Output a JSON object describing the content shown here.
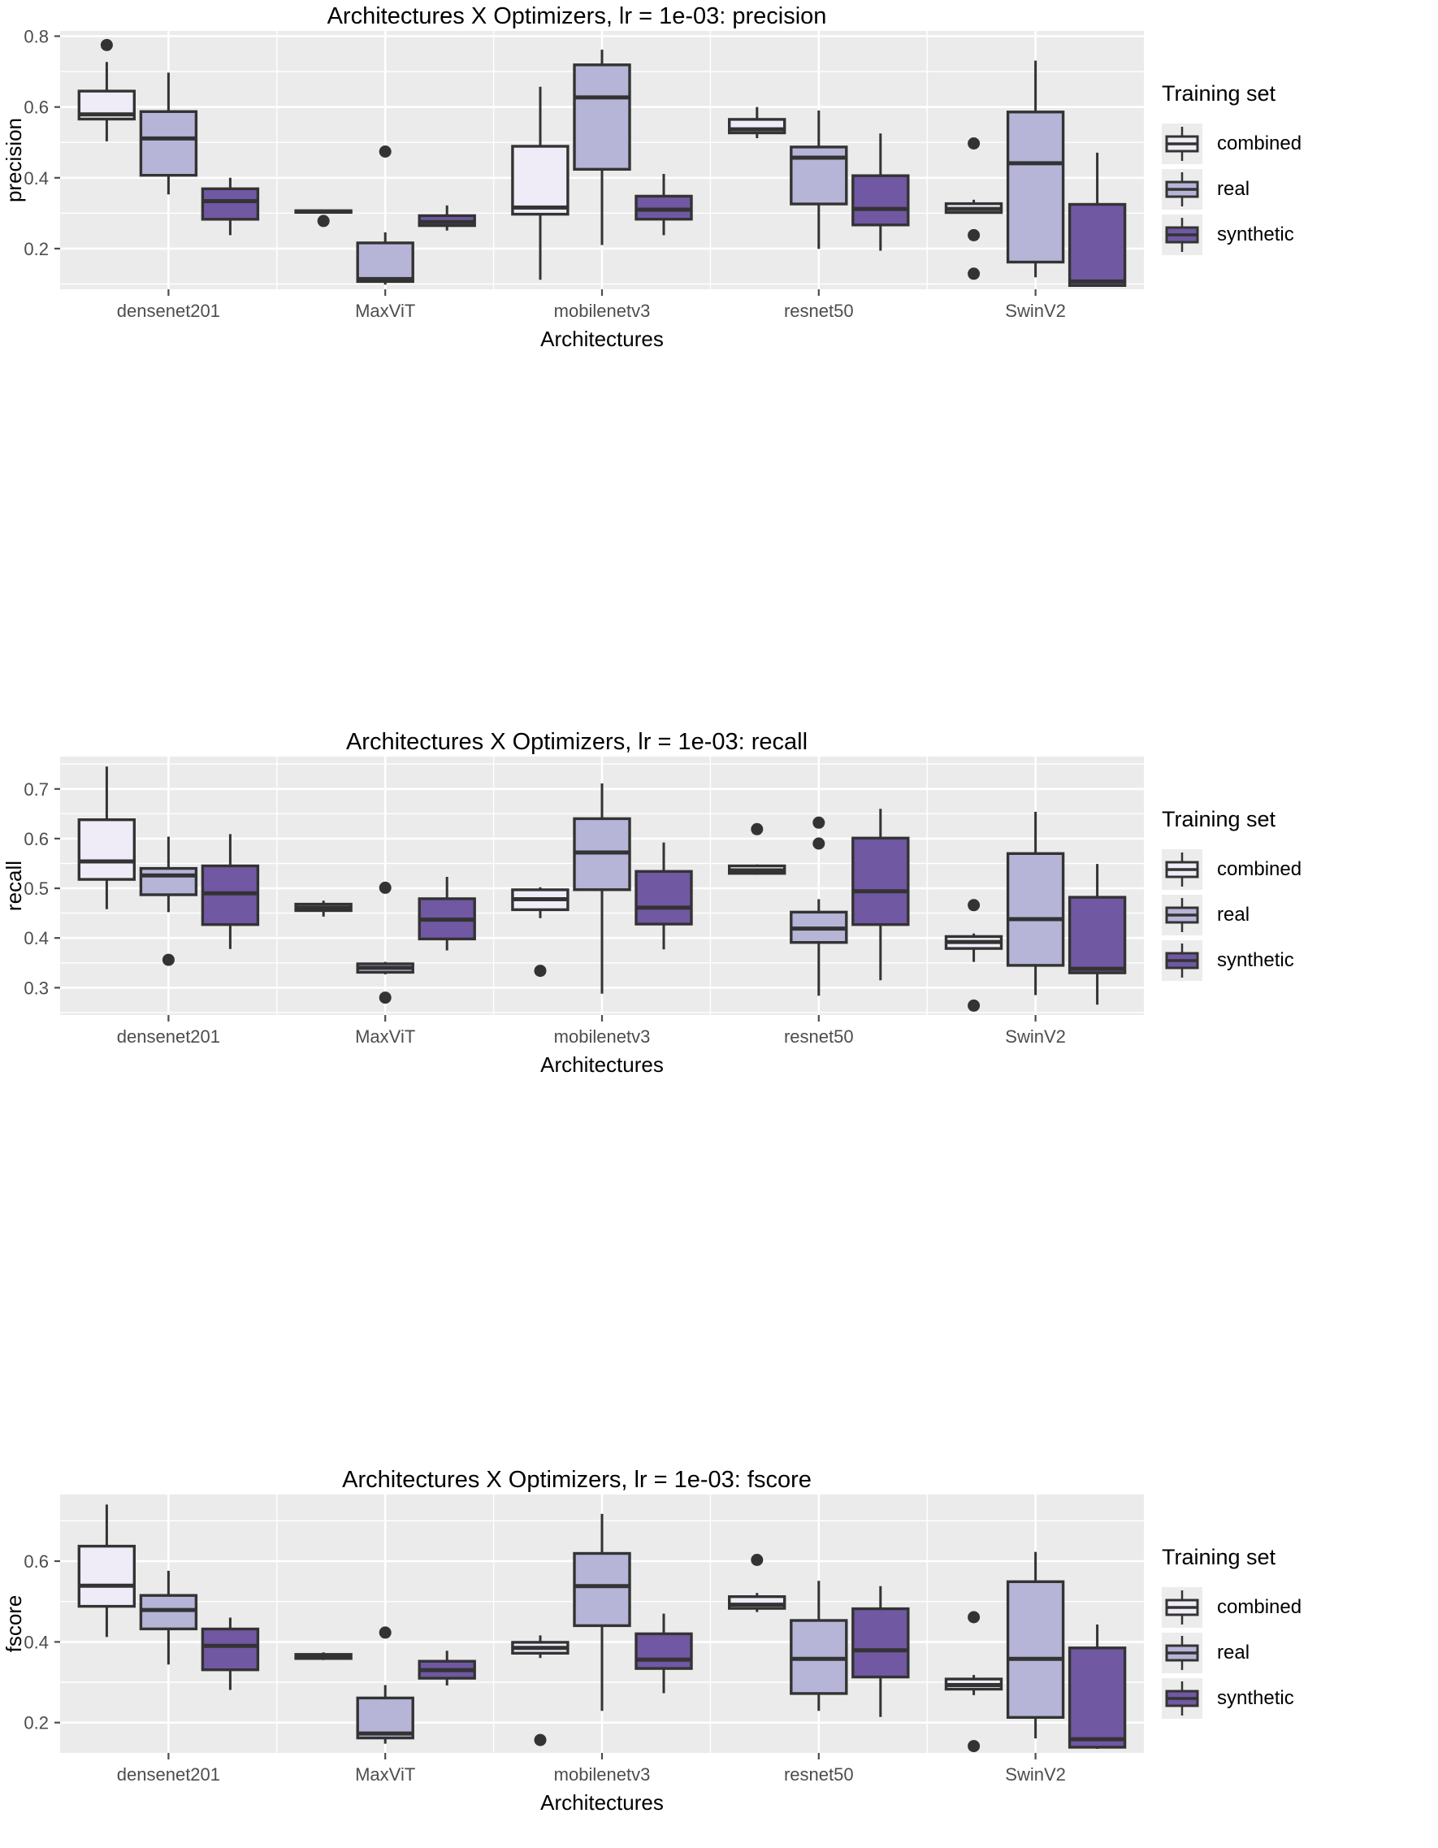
{
  "figure": {
    "background": "#ffffff",
    "panel_background": "#ebebeb",
    "grid_color": "#ffffff",
    "tick_color": "#4d4d4d",
    "box_border": "#333333"
  },
  "legend": {
    "title": "Training set",
    "items": [
      {
        "label": "combined",
        "color": "#efecf7"
      },
      {
        "label": "real",
        "color": "#b6b5d8"
      },
      {
        "label": "synthetic",
        "color": "#7058a3"
      }
    ]
  },
  "axes": {
    "xlabel": "Architectures",
    "categories": [
      "densenet201",
      "MaxViT",
      "mobilenetv3",
      "resnet50",
      "SwinV2"
    ]
  },
  "chart_data": [
    {
      "type": "box",
      "title": "Architectures X Optimizers, lr = 1e-03: precision",
      "ylabel": "precision",
      "xlabel": "Architectures",
      "categories": [
        "densenet201",
        "MaxViT",
        "mobilenetv3",
        "resnet50",
        "SwinV2"
      ],
      "ylim": [
        0.085,
        0.815
      ],
      "yticks": [
        0.2,
        0.4,
        0.6,
        0.8
      ],
      "ytick_labels": [
        "0.2",
        "0.4",
        "0.6",
        "0.8"
      ],
      "grid": true,
      "legend_position": "right",
      "series": [
        {
          "name": "combined",
          "color": "#efecf7",
          "boxes": [
            {
              "category": "densenet201",
              "lower_whisker": 0.503,
              "q1": 0.566,
              "median": 0.579,
              "q3": 0.645,
              "upper_whisker": 0.727,
              "outliers": [
                0.775
              ]
            },
            {
              "category": "MaxViT",
              "lower_whisker": 0.304,
              "q1": 0.303,
              "median": 0.305,
              "q3": 0.307,
              "upper_whisker": 0.308,
              "outliers": [
                0.278
              ]
            },
            {
              "category": "mobilenetv3",
              "lower_whisker": 0.112,
              "q1": 0.297,
              "median": 0.316,
              "q3": 0.489,
              "upper_whisker": 0.657,
              "outliers": []
            },
            {
              "category": "resnet50",
              "lower_whisker": 0.512,
              "q1": 0.527,
              "median": 0.537,
              "q3": 0.565,
              "upper_whisker": 0.6,
              "outliers": []
            },
            {
              "category": "SwinV2",
              "lower_whisker": 0.305,
              "q1": 0.302,
              "median": 0.312,
              "q3": 0.327,
              "upper_whisker": 0.338,
              "outliers": [
                0.497,
                0.238,
                0.129
              ]
            }
          ]
        },
        {
          "name": "real",
          "color": "#b6b5d8",
          "boxes": [
            {
              "category": "densenet201",
              "lower_whisker": 0.353,
              "q1": 0.407,
              "median": 0.511,
              "q3": 0.587,
              "upper_whisker": 0.697,
              "outliers": []
            },
            {
              "category": "MaxViT",
              "lower_whisker": 0.098,
              "q1": 0.107,
              "median": 0.114,
              "q3": 0.216,
              "upper_whisker": 0.246,
              "outliers": [
                0.474
              ]
            },
            {
              "category": "mobilenetv3",
              "lower_whisker": 0.21,
              "q1": 0.424,
              "median": 0.627,
              "q3": 0.719,
              "upper_whisker": 0.762,
              "outliers": []
            },
            {
              "category": "resnet50",
              "lower_whisker": 0.199,
              "q1": 0.326,
              "median": 0.457,
              "q3": 0.487,
              "upper_whisker": 0.59,
              "outliers": []
            },
            {
              "category": "SwinV2",
              "lower_whisker": 0.119,
              "q1": 0.162,
              "median": 0.441,
              "q3": 0.586,
              "upper_whisker": 0.731,
              "outliers": []
            }
          ]
        },
        {
          "name": "synthetic",
          "color": "#7058a3",
          "boxes": [
            {
              "category": "densenet201",
              "lower_whisker": 0.238,
              "q1": 0.283,
              "median": 0.334,
              "q3": 0.369,
              "upper_whisker": 0.4,
              "outliers": []
            },
            {
              "category": "MaxViT",
              "lower_whisker": 0.251,
              "q1": 0.265,
              "median": 0.275,
              "q3": 0.293,
              "upper_whisker": 0.322,
              "outliers": []
            },
            {
              "category": "mobilenetv3",
              "lower_whisker": 0.238,
              "q1": 0.283,
              "median": 0.31,
              "q3": 0.348,
              "upper_whisker": 0.411,
              "outliers": []
            },
            {
              "category": "resnet50",
              "lower_whisker": 0.194,
              "q1": 0.267,
              "median": 0.312,
              "q3": 0.406,
              "upper_whisker": 0.525,
              "outliers": []
            },
            {
              "category": "SwinV2",
              "lower_whisker": 0.095,
              "q1": 0.096,
              "median": 0.107,
              "q3": 0.325,
              "upper_whisker": 0.471,
              "outliers": []
            }
          ]
        }
      ]
    },
    {
      "type": "box",
      "title": "Architectures X Optimizers, lr = 1e-03: recall",
      "ylabel": "recall",
      "xlabel": "Architectures",
      "categories": [
        "densenet201",
        "MaxViT",
        "mobilenetv3",
        "resnet50",
        "SwinV2"
      ],
      "ylim": [
        0.245,
        0.765
      ],
      "yticks": [
        0.3,
        0.4,
        0.5,
        0.6,
        0.7
      ],
      "ytick_labels": [
        "0.3",
        "0.4",
        "0.5",
        "0.6",
        "0.7"
      ],
      "grid": true,
      "legend_position": "right",
      "series": [
        {
          "name": "combined",
          "color": "#efecf7",
          "boxes": [
            {
              "category": "densenet201",
              "lower_whisker": 0.458,
              "q1": 0.518,
              "median": 0.554,
              "q3": 0.638,
              "upper_whisker": 0.745,
              "outliers": []
            },
            {
              "category": "MaxViT",
              "lower_whisker": 0.443,
              "q1": 0.455,
              "median": 0.461,
              "q3": 0.468,
              "upper_whisker": 0.475,
              "outliers": []
            },
            {
              "category": "mobilenetv3",
              "lower_whisker": 0.44,
              "q1": 0.457,
              "median": 0.478,
              "q3": 0.497,
              "upper_whisker": 0.502,
              "outliers": [
                0.334
              ]
            },
            {
              "category": "resnet50",
              "lower_whisker": 0.527,
              "q1": 0.53,
              "median": 0.536,
              "q3": 0.545,
              "upper_whisker": 0.548,
              "outliers": [
                0.619
              ]
            },
            {
              "category": "SwinV2",
              "lower_whisker": 0.352,
              "q1": 0.379,
              "median": 0.392,
              "q3": 0.403,
              "upper_whisker": 0.409,
              "outliers": [
                0.466,
                0.264
              ]
            }
          ]
        },
        {
          "name": "real",
          "color": "#b6b5d8",
          "boxes": [
            {
              "category": "densenet201",
              "lower_whisker": 0.452,
              "q1": 0.487,
              "median": 0.526,
              "q3": 0.54,
              "upper_whisker": 0.604,
              "outliers": [
                0.356
              ]
            },
            {
              "category": "MaxViT",
              "lower_whisker": 0.327,
              "q1": 0.331,
              "median": 0.34,
              "q3": 0.348,
              "upper_whisker": 0.352,
              "outliers": [
                0.501,
                0.28
              ]
            },
            {
              "category": "mobilenetv3",
              "lower_whisker": 0.288,
              "q1": 0.497,
              "median": 0.572,
              "q3": 0.64,
              "upper_whisker": 0.711,
              "outliers": []
            },
            {
              "category": "resnet50",
              "lower_whisker": 0.284,
              "q1": 0.391,
              "median": 0.419,
              "q3": 0.452,
              "upper_whisker": 0.478,
              "outliers": [
                0.632,
                0.59
              ]
            },
            {
              "category": "SwinV2",
              "lower_whisker": 0.285,
              "q1": 0.345,
              "median": 0.438,
              "q3": 0.57,
              "upper_whisker": 0.654,
              "outliers": []
            }
          ]
        },
        {
          "name": "synthetic",
          "color": "#7058a3",
          "boxes": [
            {
              "category": "densenet201",
              "lower_whisker": 0.378,
              "q1": 0.427,
              "median": 0.49,
              "q3": 0.545,
              "upper_whisker": 0.609,
              "outliers": []
            },
            {
              "category": "MaxViT",
              "lower_whisker": 0.375,
              "q1": 0.398,
              "median": 0.437,
              "q3": 0.479,
              "upper_whisker": 0.523,
              "outliers": []
            },
            {
              "category": "mobilenetv3",
              "lower_whisker": 0.377,
              "q1": 0.428,
              "median": 0.461,
              "q3": 0.534,
              "upper_whisker": 0.592,
              "outliers": []
            },
            {
              "category": "resnet50",
              "lower_whisker": 0.315,
              "q1": 0.427,
              "median": 0.494,
              "q3": 0.601,
              "upper_whisker": 0.66,
              "outliers": []
            },
            {
              "category": "SwinV2",
              "lower_whisker": 0.266,
              "q1": 0.33,
              "median": 0.338,
              "q3": 0.482,
              "upper_whisker": 0.549,
              "outliers": []
            }
          ]
        }
      ]
    },
    {
      "type": "box",
      "title": "Architectures X Optimizers, lr = 1e-03: fscore",
      "ylabel": "fscore",
      "xlabel": "Architectures",
      "categories": [
        "densenet201",
        "MaxViT",
        "mobilenetv3",
        "resnet50",
        "SwinV2"
      ],
      "ylim": [
        0.125,
        0.765
      ],
      "yticks": [
        0.2,
        0.4,
        0.6
      ],
      "ytick_labels": [
        "0.2",
        "0.4",
        "0.6"
      ],
      "grid": true,
      "legend_position": "right",
      "series": [
        {
          "name": "combined",
          "color": "#efecf7",
          "boxes": [
            {
              "category": "densenet201",
              "lower_whisker": 0.412,
              "q1": 0.488,
              "median": 0.539,
              "q3": 0.637,
              "upper_whisker": 0.74,
              "outliers": []
            },
            {
              "category": "MaxViT",
              "lower_whisker": 0.355,
              "q1": 0.359,
              "median": 0.364,
              "q3": 0.369,
              "upper_whisker": 0.374,
              "outliers": []
            },
            {
              "category": "mobilenetv3",
              "lower_whisker": 0.36,
              "q1": 0.372,
              "median": 0.385,
              "q3": 0.399,
              "upper_whisker": 0.416,
              "outliers": [
                0.157
              ]
            },
            {
              "category": "resnet50",
              "lower_whisker": 0.474,
              "q1": 0.483,
              "median": 0.492,
              "q3": 0.512,
              "upper_whisker": 0.521,
              "outliers": [
                0.603
              ]
            },
            {
              "category": "SwinV2",
              "lower_whisker": 0.268,
              "q1": 0.283,
              "median": 0.293,
              "q3": 0.308,
              "upper_whisker": 0.318,
              "outliers": [
                0.461,
                0.142
              ]
            }
          ]
        },
        {
          "name": "real",
          "color": "#b6b5d8",
          "boxes": [
            {
              "category": "densenet201",
              "lower_whisker": 0.344,
              "q1": 0.432,
              "median": 0.479,
              "q3": 0.515,
              "upper_whisker": 0.576,
              "outliers": []
            },
            {
              "category": "MaxViT",
              "lower_whisker": 0.148,
              "q1": 0.162,
              "median": 0.173,
              "q3": 0.261,
              "upper_whisker": 0.293,
              "outliers": [
                0.423
              ]
            },
            {
              "category": "mobilenetv3",
              "lower_whisker": 0.229,
              "q1": 0.44,
              "median": 0.538,
              "q3": 0.619,
              "upper_whisker": 0.717,
              "outliers": []
            },
            {
              "category": "resnet50",
              "lower_whisker": 0.229,
              "q1": 0.272,
              "median": 0.358,
              "q3": 0.453,
              "upper_whisker": 0.551,
              "outliers": []
            },
            {
              "category": "SwinV2",
              "lower_whisker": 0.161,
              "q1": 0.213,
              "median": 0.358,
              "q3": 0.549,
              "upper_whisker": 0.623,
              "outliers": []
            }
          ]
        },
        {
          "name": "synthetic",
          "color": "#7058a3",
          "boxes": [
            {
              "category": "densenet201",
              "lower_whisker": 0.281,
              "q1": 0.331,
              "median": 0.39,
              "q3": 0.432,
              "upper_whisker": 0.46,
              "outliers": []
            },
            {
              "category": "MaxViT",
              "lower_whisker": 0.292,
              "q1": 0.31,
              "median": 0.33,
              "q3": 0.352,
              "upper_whisker": 0.378,
              "outliers": []
            },
            {
              "category": "mobilenetv3",
              "lower_whisker": 0.273,
              "q1": 0.334,
              "median": 0.356,
              "q3": 0.42,
              "upper_whisker": 0.47,
              "outliers": []
            },
            {
              "category": "resnet50",
              "lower_whisker": 0.214,
              "q1": 0.313,
              "median": 0.379,
              "q3": 0.482,
              "upper_whisker": 0.538,
              "outliers": []
            },
            {
              "category": "SwinV2",
              "lower_whisker": 0.135,
              "q1": 0.139,
              "median": 0.159,
              "q3": 0.385,
              "upper_whisker": 0.443,
              "outliers": []
            }
          ]
        }
      ]
    }
  ]
}
